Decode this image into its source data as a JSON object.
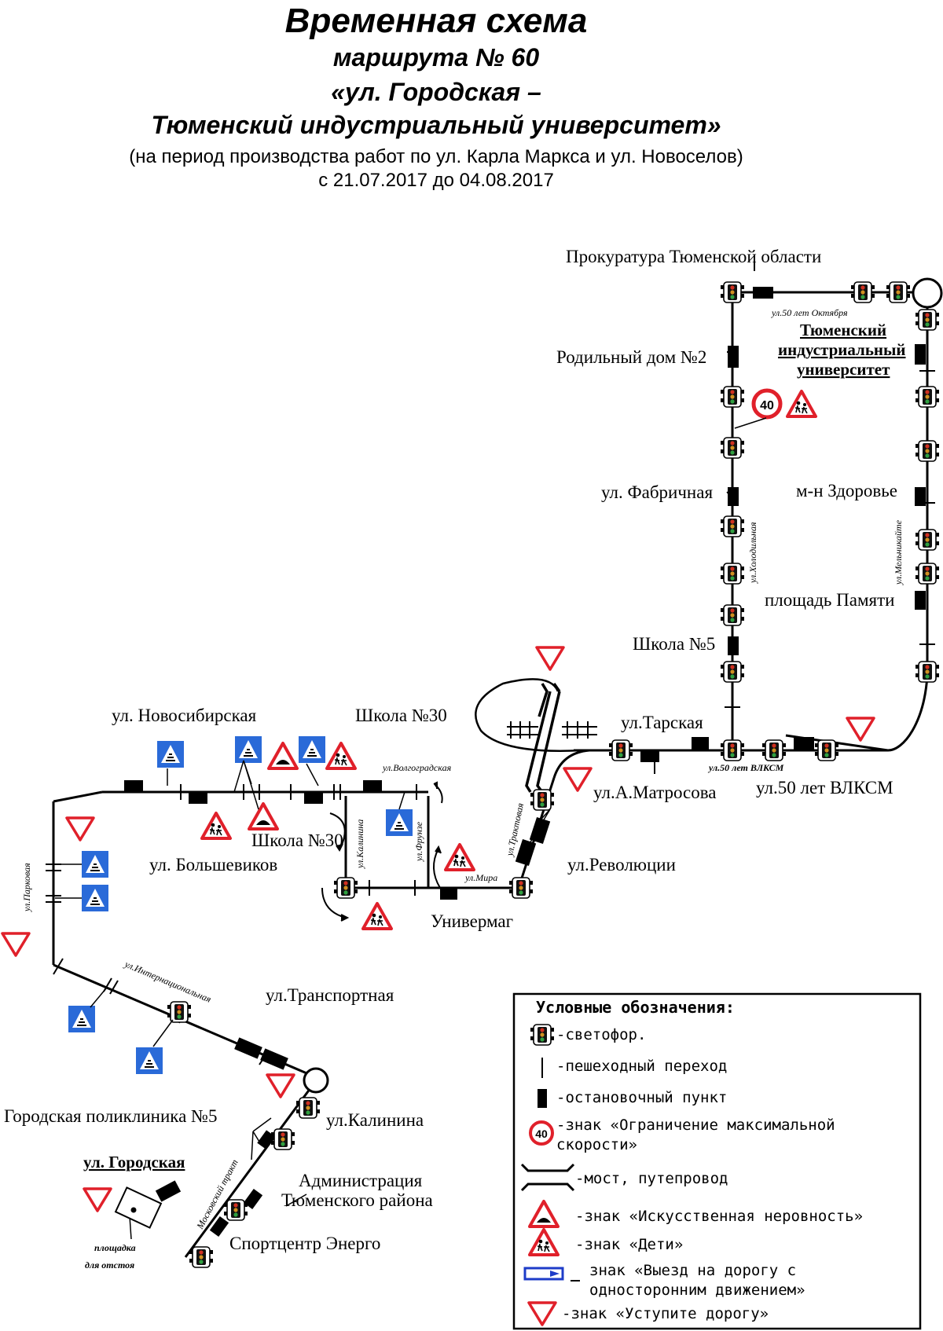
{
  "header": {
    "title": "Временная схема",
    "line2": "маршрута № 60",
    "line3": "«ул. Городская –",
    "line4": "Тюменский индустриальный университет»",
    "period": "(на период производства работ по ул. Карла Маркса и ул. Новоселов)",
    "dates": "с 21.07.2017 до 04.08.2017"
  },
  "stops": {
    "prokuratura": "Прокуратура Тюменской области",
    "roddom": "Родильный дом №2",
    "tiu_1": "Тюменский",
    "tiu_2": "индустриальный",
    "tiu_3": "университет",
    "fabrichnaya": "ул. Фабричная",
    "zdorovie": "м-н Здоровье",
    "pamyati": "площадь Памяти",
    "shkola5": "Школа №5",
    "tarskaya": "ул.Тарская",
    "matrosova": "ул.А.Матросова",
    "vlksm": "ул.50 лет ВЛКСМ",
    "revolyucii": "ул.Революции",
    "univermag": "Универмаг",
    "novosibirskaya": "ул. Новосибирская",
    "shkola30_top": "Школа №30",
    "shkola30_bottom": "Школа №30",
    "bolshevikov": "ул. Большевиков",
    "transportnaya": "ул.Транспортная",
    "poliklinika": "Городская поликлиника №5",
    "kalinina": "ул.Калинина",
    "admin_1": "Администрация",
    "admin_2": "Тюменского района",
    "energo": "Спортцентр Энерго",
    "gorodskaya": "ул. Городская",
    "otstoy_1": "площадка",
    "otstoy_2": "для отстоя"
  },
  "streets": {
    "oktyabrya": "ул.50 лет Октября",
    "kholodilnaya": "ул.Холодильная",
    "melnikayte": "ул.Мельникайте",
    "vlksm_small": "ул.50 лет ВЛКСМ",
    "traktovaya": "ул.Трактовая",
    "mira": "ул.Мира",
    "frunze": "ул.Фрунзе",
    "kalinina_small": "ул.Калинина",
    "volgogradskaya": "ул.Волгоградская",
    "parkovaya": "ул.Парковая",
    "internacionalnaya": "ул.Интернациональная",
    "moskovsky": "Московский тракт"
  },
  "legend": {
    "title": "Условные обозначения:",
    "svetofor": "-светофор.",
    "crossing": "-пешеходный переход",
    "stop": "-остановочный пункт",
    "speed_1": "-знак «Ограничение максимальной",
    "speed_2": "скорости»",
    "speed_value": "40",
    "bridge": "-мост, путепровод",
    "bump": "-знак «Искусственная неровность»",
    "children": "-знак «Дети»",
    "oneway_1": "знак «Выезд на дорогу с",
    "oneway_2": "односторонним движением»",
    "giveway": "-знак «Уступите дорогу»"
  },
  "speed_sign_value": "40",
  "colors": {
    "sign_red": "#e0202a",
    "sign_blue": "#2a6ad8",
    "route_line": "#000000"
  }
}
